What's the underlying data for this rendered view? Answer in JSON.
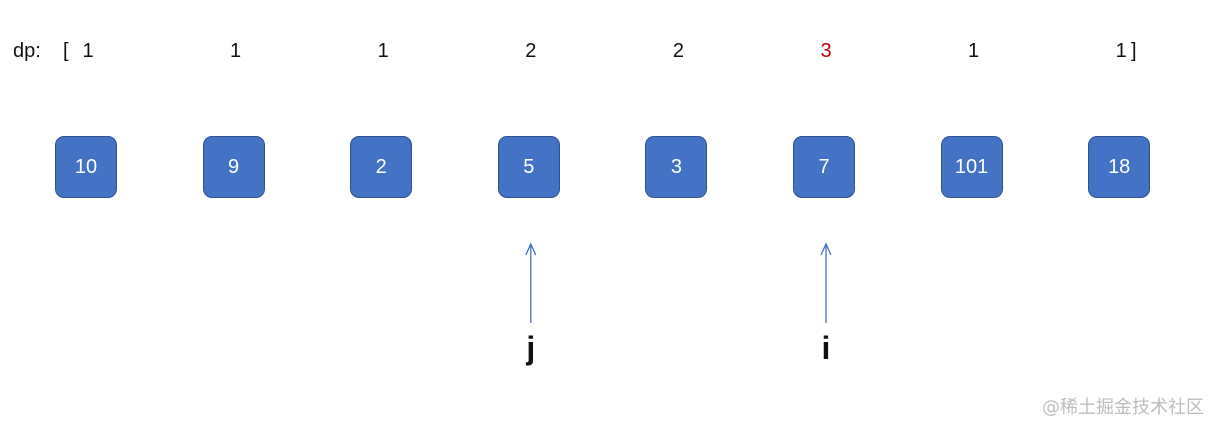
{
  "dp": {
    "label": "dp:",
    "open_bracket": "[",
    "close_bracket": "]",
    "values": [
      "1",
      "1",
      "1",
      "2",
      "2",
      "3",
      "1",
      "1"
    ],
    "highlight_index": 5,
    "highlight_color": "#c00000"
  },
  "nums": [
    "10",
    "9",
    "2",
    "5",
    "3",
    "7",
    "101",
    "18"
  ],
  "pointers": [
    {
      "label": "j",
      "index": 3
    },
    {
      "label": "i",
      "index": 5
    }
  ],
  "colors": {
    "cell_fill": "#4472c4",
    "cell_border": "#2f528f",
    "arrow": "#4472c4"
  },
  "watermark": "@稀土掘金技术社区"
}
